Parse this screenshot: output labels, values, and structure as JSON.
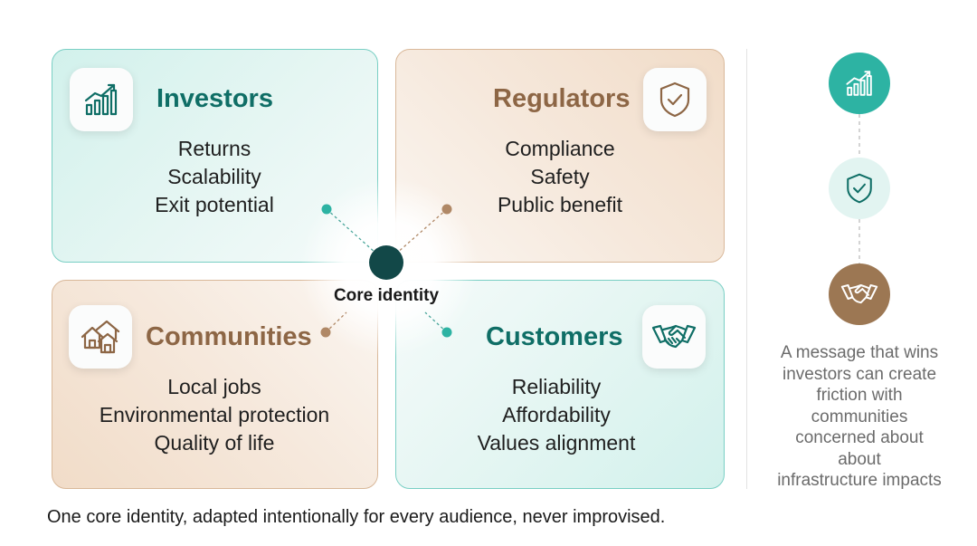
{
  "quadrants": {
    "investors": {
      "title": "Investors",
      "items": [
        "Returns",
        "Scalability",
        "Exit potential"
      ],
      "icon": "growth-chart-icon"
    },
    "regulators": {
      "title": "Regulators",
      "items": [
        "Compliance",
        "Safety",
        "Public benefit"
      ],
      "icon": "shield-check-icon"
    },
    "communities": {
      "title": "Communities",
      "items": [
        "Local jobs",
        "Environmental protection",
        "Quality of life"
      ],
      "icon": "houses-icon"
    },
    "customers": {
      "title": "Customers",
      "items": [
        "Reliability",
        "Affordability",
        "Values alignment"
      ],
      "icon": "handshake-icon"
    }
  },
  "core": {
    "label": "Core identity"
  },
  "sidebar": {
    "icons": [
      "growth-chart-icon",
      "shield-check-icon",
      "handshake-icon"
    ],
    "note_lines": [
      "A message that wins",
      "investors can create",
      "friction with",
      "communities",
      "concerned about",
      "about",
      "infrastructure impacts"
    ]
  },
  "caption": "One core identity, adapted intentionally for every audience, never improvised.",
  "colors": {
    "teal": "#2db3a3",
    "teal_dark": "#0f6e66",
    "brown": "#9c7753",
    "brown_text": "#8d6645",
    "core": "#124848"
  }
}
